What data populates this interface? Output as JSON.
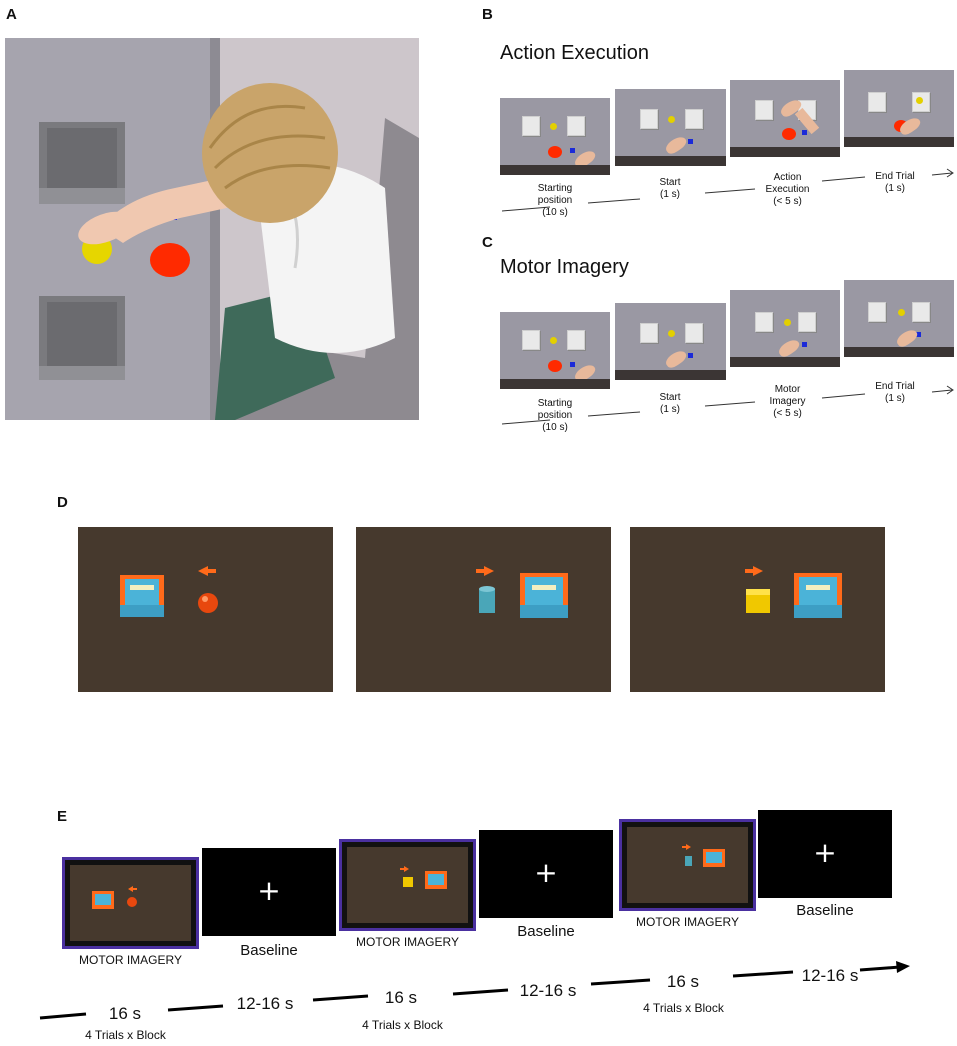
{
  "panels": {
    "a": {
      "letter": "A"
    },
    "b": {
      "letter": "B",
      "title": "Action Execution",
      "steps": [
        {
          "label": "Starting\nposition\n(10 s)"
        },
        {
          "label": "Start\n(1 s)"
        },
        {
          "label": "Action\nExecution\n(< 5 s)"
        },
        {
          "label": "End Trial\n(1 s)"
        }
      ]
    },
    "c": {
      "letter": "C",
      "title": "Motor Imagery",
      "steps": [
        {
          "label": "Starting\nposition\n(10 s)"
        },
        {
          "label": "Start\n(1 s)"
        },
        {
          "label": "Motor\nImagery\n(< 5 s)"
        },
        {
          "label": "End Trial\n(1 s)"
        }
      ]
    },
    "d": {
      "letter": "D"
    },
    "e": {
      "letter": "E",
      "screens": [
        {
          "label": "MOTOR IMAGERY"
        },
        {
          "label": "Baseline",
          "symbol": "+"
        },
        {
          "label": "MOTOR IMAGERY"
        },
        {
          "label": "Baseline",
          "symbol": "+"
        },
        {
          "label": "MOTOR IMAGERY"
        },
        {
          "label": "Baseline",
          "symbol": "+"
        }
      ],
      "timeline": [
        {
          "time": "16 s",
          "sub": "4 Trials x Block"
        },
        {
          "time": "12-16 s"
        },
        {
          "time": "16 s",
          "sub": "4 Trials x Block"
        },
        {
          "time": "12-16 s"
        },
        {
          "time": "16 s",
          "sub": "4 Trials x Block"
        },
        {
          "time": "12-16 s"
        }
      ]
    }
  },
  "colors": {
    "table": "#9a98a3",
    "red_target": "#ff2a00",
    "yellow_ball": "#e3d000",
    "blue_marker": "#1b2ad8",
    "frame": "#4a30a0",
    "photo_bg": "#46392d",
    "orange": "#ff6a1a",
    "cyan_box": "#4bb3d8"
  }
}
